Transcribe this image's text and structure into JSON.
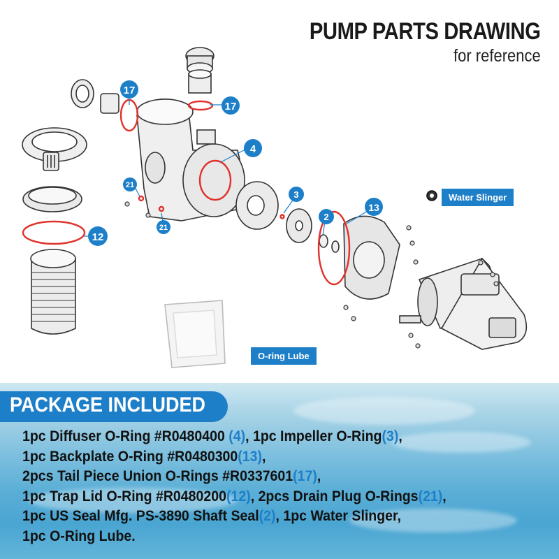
{
  "header": {
    "title": "PUMP PARTS DRAWING",
    "subtitle": "for reference"
  },
  "diagram": {
    "callouts": [
      "17",
      "17",
      "4",
      "21",
      "21",
      "3",
      "2",
      "13",
      "12"
    ],
    "labels": {
      "water_slinger": "Water Slinger",
      "oring_lube": "O-ring Lube"
    }
  },
  "package": {
    "heading": "PACKAGE INCLUDED",
    "lines": [
      [
        {
          "t": "1pc Diffuser O-Ring #R0480400 "
        },
        {
          "t": "(4)",
          "ref": true
        },
        {
          "t": ", 1pc Impeller O-Ring"
        },
        {
          "t": "(3)",
          "ref": true
        },
        {
          "t": ","
        }
      ],
      [
        {
          "t": "1pc Backplate O-Ring #R0480300"
        },
        {
          "t": "(13)",
          "ref": true
        },
        {
          "t": ","
        }
      ],
      [
        {
          "t": "2pcs Tail Piece Union O-Rings #R0337601"
        },
        {
          "t": "(17)",
          "ref": true
        },
        {
          "t": ","
        }
      ],
      [
        {
          "t": "1pc Trap Lid O-Ring #R0480200"
        },
        {
          "t": "(12)",
          "ref": true
        },
        {
          "t": ", 2pcs Drain Plug O-Rings"
        },
        {
          "t": "(21)",
          "ref": true
        },
        {
          "t": ","
        }
      ],
      [
        {
          "t": "1pc US Seal Mfg. PS-3890 Shaft Seal"
        },
        {
          "t": "(2)",
          "ref": true
        },
        {
          "t": ", 1pc Water Slinger,"
        }
      ],
      [
        {
          "t": "1pc O-Ring Lube."
        }
      ]
    ]
  },
  "colors": {
    "accent": "#1e7fc9",
    "oring": "#e0322b",
    "text": "#111111"
  }
}
